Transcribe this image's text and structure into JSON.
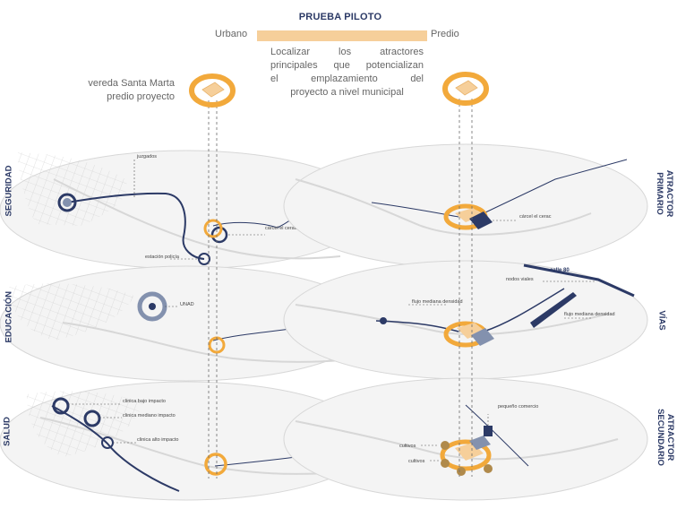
{
  "header": {
    "title": "PRUEBA PILOTO",
    "scale_left": "Urbano",
    "scale_right": "Predio",
    "description_lines": [
      "Localizar los atractores",
      "principales que potencializan",
      "el emplazamiento del",
      "proyecto a nivel municipal"
    ]
  },
  "site_label": [
    "vereda Santa Marta",
    "predio proyecto"
  ],
  "left_layers": [
    {
      "label": "SEGURIDAD",
      "notes": [
        "juzgados",
        "cárcel el cerac",
        "estación policía"
      ]
    },
    {
      "label": "EDUCACIÓN",
      "notes": [
        "UNAD"
      ]
    },
    {
      "label": "SALUD",
      "notes": [
        "clinica bajo impacto",
        "clinica mediano impacto",
        "clinica alto impacto"
      ]
    }
  ],
  "right_layers": [
    {
      "label_lines": [
        "ATRACTOR",
        "PRIMARIO"
      ],
      "notes": [
        "cárcel el cerac"
      ]
    },
    {
      "label_lines": [
        "VÍAS"
      ],
      "notes": [
        "calle 80",
        "nodos viales",
        "flujo mediana densidad",
        "flujo mediana densidad"
      ]
    },
    {
      "label_lines": [
        "ATRACTOR",
        "SECUNDARIO"
      ],
      "notes": [
        "pequeño comercio",
        "cultivos",
        "cultivos"
      ]
    }
  ],
  "colors": {
    "orange": "#f2a93b",
    "orange_light": "#f6cf9a",
    "navy": "#2c3a66",
    "blue_grey": "#8391ae",
    "map_fill": "#f4f4f4"
  }
}
